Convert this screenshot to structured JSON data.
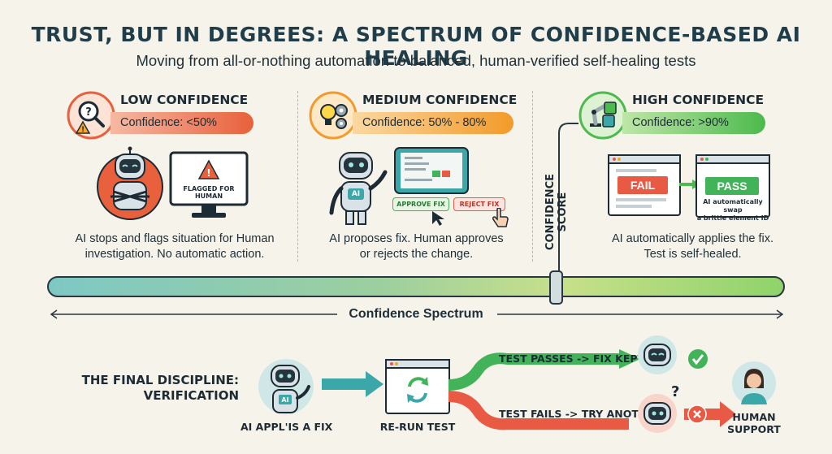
{
  "header": {
    "title": "TRUST, BUT IN DEGREES: A SPECTRUM OF CONFIDENCE-BASED AI HEALING",
    "subtitle": "Moving from all-or-nothing automation to balanced, human-verified self-healing tests"
  },
  "columns": {
    "low": {
      "heading": "LOW CONFIDENCE",
      "confidence": "Confidence: <50%",
      "screen_text": "FLAGGED FOR HUMAN",
      "description_line1": "AI stops and flags situation for Human",
      "description_line2": "investigation. No automatic action."
    },
    "medium": {
      "heading": "MEDIUM CONFIDENCE",
      "confidence": "Confidence: 50% - 80%",
      "approve_label": "APPROVE FIX",
      "reject_label": "REJECT FIX",
      "robot_badge": "AI",
      "description_line1": "AI proposes fix. Human approves",
      "description_line2": "or rejects the change."
    },
    "high": {
      "heading": "HIGH CONFIDENCE",
      "confidence": "Confidence: >90%",
      "fail_label": "FAIL",
      "pass_label": "PASS",
      "pass_caption_line1": "AI automatically swap",
      "pass_caption_line2": "a brittle element ID",
      "description_line1": "AI automatically applies the fix.",
      "description_line2": "Test is self-healed."
    }
  },
  "spectrum": {
    "score_label": "CONFIDENCE SCORE",
    "axis_label": "Confidence Spectrum",
    "knob_level": 0.69
  },
  "verification": {
    "heading_line1": "THE FINAL DISCIPLINE:",
    "heading_line2": "VERIFICATION",
    "step1_label": "AI APPL'IS A FIX",
    "step1_badge": "AI",
    "step2_label": "RE-RUN TEST",
    "pass_branch": "TEST PASSES -> FIX KEPT",
    "fail_branch": "TEST FAILS -> TRY ANOTHER",
    "fail_mark": "?",
    "support_line1": "HUMAN",
    "support_line2": "SUPPORT"
  },
  "colors": {
    "low": "#e8603c",
    "medium": "#f39a2a",
    "high": "#4cba4c",
    "teal": "#3ba7a9",
    "dark": "#1d2b35"
  }
}
